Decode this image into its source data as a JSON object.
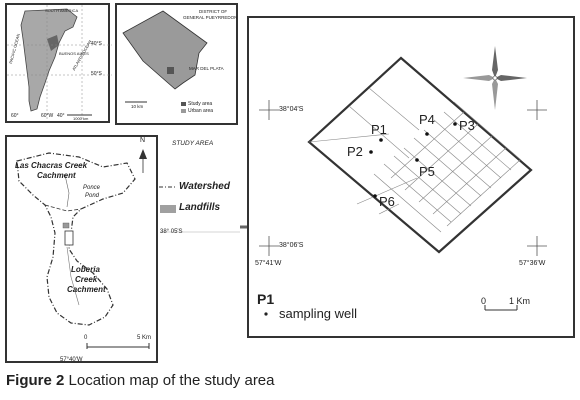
{
  "inset_sa": {
    "labels": [
      "SOUTH AMERICA",
      "PACIFIC OCEAN",
      "ATLANTIC OCEAN",
      "BUENOS AIRES"
    ],
    "lat_ticks": [
      "40°S",
      "50°S"
    ],
    "lon_ticks": [
      "60°",
      "60°W",
      "40°"
    ],
    "scale": "1000 km"
  },
  "inset_district": {
    "title_line1": "DISTRICT OF",
    "title_line2": "GENERAL PUEYRREDON",
    "city": "MAR DEL PLATA",
    "scale": "10 km",
    "legend": [
      {
        "label": "Study area",
        "color": "#555555"
      },
      {
        "label": "Urban area",
        "color": "#9a9a9a"
      }
    ]
  },
  "watershed_map": {
    "study_area_label": "STUDY AREA",
    "north": "N",
    "catchment_north": [
      "Las Chacras Creek",
      "Cachment"
    ],
    "pond": [
      "Ponce",
      "Pond"
    ],
    "catchment_south": [
      "Loberia",
      "Creek",
      "Cachment"
    ],
    "scale": "5 Km",
    "scale_zero": "0",
    "longitude": "57°40'W"
  },
  "legend_side": {
    "watershed": "Watershed",
    "landfills": "Landfills",
    "latitude": "38° 05'S"
  },
  "detail_map": {
    "lat_top": "38°04'S",
    "lat_bottom": "38°06'S",
    "lon_left": "57°41'W",
    "lon_right": "57°36'W",
    "wells": [
      {
        "label": "P1"
      },
      {
        "label": "P2"
      },
      {
        "label": "P3"
      },
      {
        "label": "P4"
      },
      {
        "label": "P5"
      },
      {
        "label": "P6"
      }
    ],
    "legend_symbol": "P1",
    "legend_text": "sampling well",
    "scale": "1 Km",
    "scale_zero": "0"
  },
  "caption": {
    "label": "Figure 2",
    "text": "Location map of the study area"
  }
}
